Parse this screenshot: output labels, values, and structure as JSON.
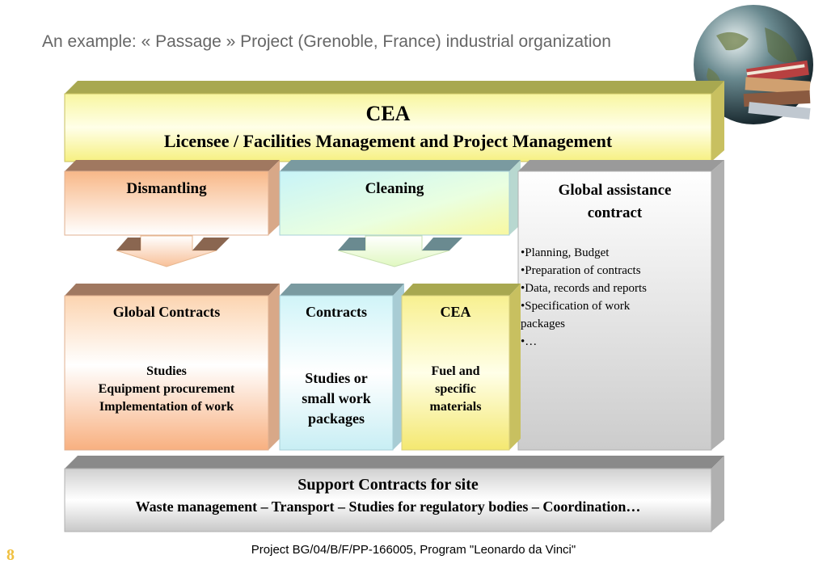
{
  "slide": {
    "title": "An example: « Passage » Project (Grenoble, France) industrial organization",
    "footer": "Project BG/04/B/F/PP-166005, Program \"Leonardo da Vinci\"",
    "page_number": "8"
  },
  "colors": {
    "cea_top": "#a8a850",
    "cea_face": "#fdfbc0",
    "orange_top": "#a07860",
    "orange_face": "#fbc9a0",
    "cyan_top": "#7a9aa0",
    "cyan_face": "#d8f8fc",
    "yellow_face": "#f8f0a0",
    "gray_top": "#9a9a9a",
    "gray_face": "#d8d8d8"
  },
  "diagram": {
    "top_box": {
      "title": "CEA",
      "subtitle": "Licensee / Facilities Management and Project Management"
    },
    "dismantling": {
      "title": "Dismantling"
    },
    "cleaning": {
      "title": "Cleaning"
    },
    "assistance": {
      "title_line1": "Global assistance",
      "title_line2": "contract",
      "items": [
        "•Planning, Budget",
        "•Preparation of contracts",
        "•Data, records and reports",
        "•Specification of work",
        "packages",
        "•…"
      ]
    },
    "global_contracts": {
      "title": "Global Contracts",
      "lines": [
        "Studies",
        "Equipment procurement",
        "Implementation of work"
      ]
    },
    "contracts": {
      "title": "Contracts",
      "lines": [
        "Studies or",
        "small work",
        "packages"
      ]
    },
    "cea_small": {
      "title": "CEA",
      "lines": [
        "Fuel and",
        "specific",
        "materials"
      ]
    },
    "support": {
      "title": "Support Contracts for site",
      "subtitle": "Waste management – Transport – Studies for regulatory bodies – Coordination…"
    }
  }
}
